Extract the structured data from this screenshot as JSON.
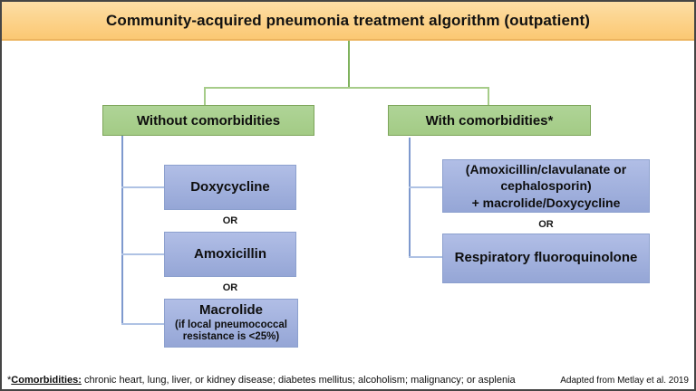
{
  "title": "Community-acquired pneumonia treatment algorithm (outpatient)",
  "or_label": "OR",
  "branches": {
    "left": {
      "label": "Without comorbidities",
      "option1": {
        "title": "Doxycycline"
      },
      "option2": {
        "title": "Amoxicillin"
      },
      "option3": {
        "title": "Macrolide",
        "note_line1": "(if local pneumococcal",
        "note_line2": "resistance is <25%)"
      }
    },
    "right": {
      "label": "With comorbidities*",
      "option1": {
        "line1": "(Amoxicillin/clavulanate or",
        "line2": "cephalosporin)",
        "line3": "+ macrolide/Doxycycline"
      },
      "option2": {
        "title": "Respiratory fluoroquinolone"
      }
    }
  },
  "footnote": {
    "asterisk": "*",
    "term": "Comorbidities:",
    "rest": " chronic heart, lung, liver, or kidney disease; diabetes mellitus; alcoholism; malignancy; or asplenia",
    "attribution": "Adapted from Metlay et al. 2019"
  },
  "colors": {
    "header_fill": "#FCD289",
    "header_border": "#ECB45F",
    "green_node_fill": "#A9D08E",
    "green_node_border": "#7DA55A",
    "green_connector": "#8CBA6B",
    "blue_node_fill": "#9FAEDB",
    "blue_node_border": "#8CA0CE",
    "blue_connector": "#7E99CE",
    "page_border": "#454545",
    "text": "#0E0E0E"
  }
}
